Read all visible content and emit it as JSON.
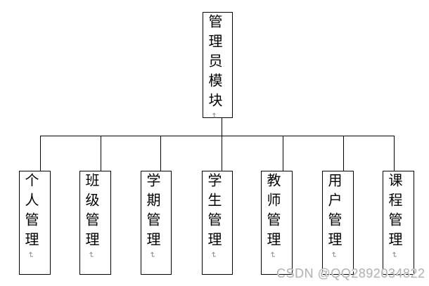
{
  "diagram": {
    "root": {
      "label": "管理员模块"
    },
    "children": [
      {
        "label": "个人管理"
      },
      {
        "label": "班级管理"
      },
      {
        "label": "学期管理"
      },
      {
        "label": "学生管理"
      },
      {
        "label": "教师管理"
      },
      {
        "label": "用户管理"
      },
      {
        "label": "课程管理"
      }
    ],
    "paragraph_mark": "↵"
  },
  "watermark": {
    "text": "CSDN @QQ2892034822"
  },
  "colors": {
    "border": "#000000",
    "background": "#ffffff",
    "text": "#000000",
    "paragraph_mark": "#8c8c8c",
    "watermark": "#b3b3b3"
  }
}
